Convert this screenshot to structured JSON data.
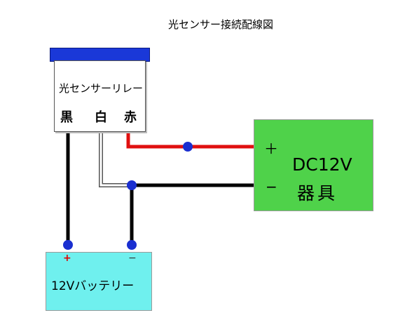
{
  "title": "光センサー接続配線図",
  "relay": {
    "name": "光センサーリレー",
    "pins": [
      "黒",
      "白",
      "赤"
    ]
  },
  "device": {
    "plus": "＋",
    "minus": "−",
    "voltage": "DC12V",
    "name": "器具",
    "color": "#4fd24a"
  },
  "battery": {
    "plus": "+",
    "minus": "−",
    "name": "12Vバッテリー",
    "color": "#6ff0ee"
  },
  "colors": {
    "red_wire": "#e01010",
    "black_wire": "#000000",
    "white_wire": "#ffffff",
    "node": "#1a2fd0",
    "relay_cap": "#1a38d8"
  }
}
